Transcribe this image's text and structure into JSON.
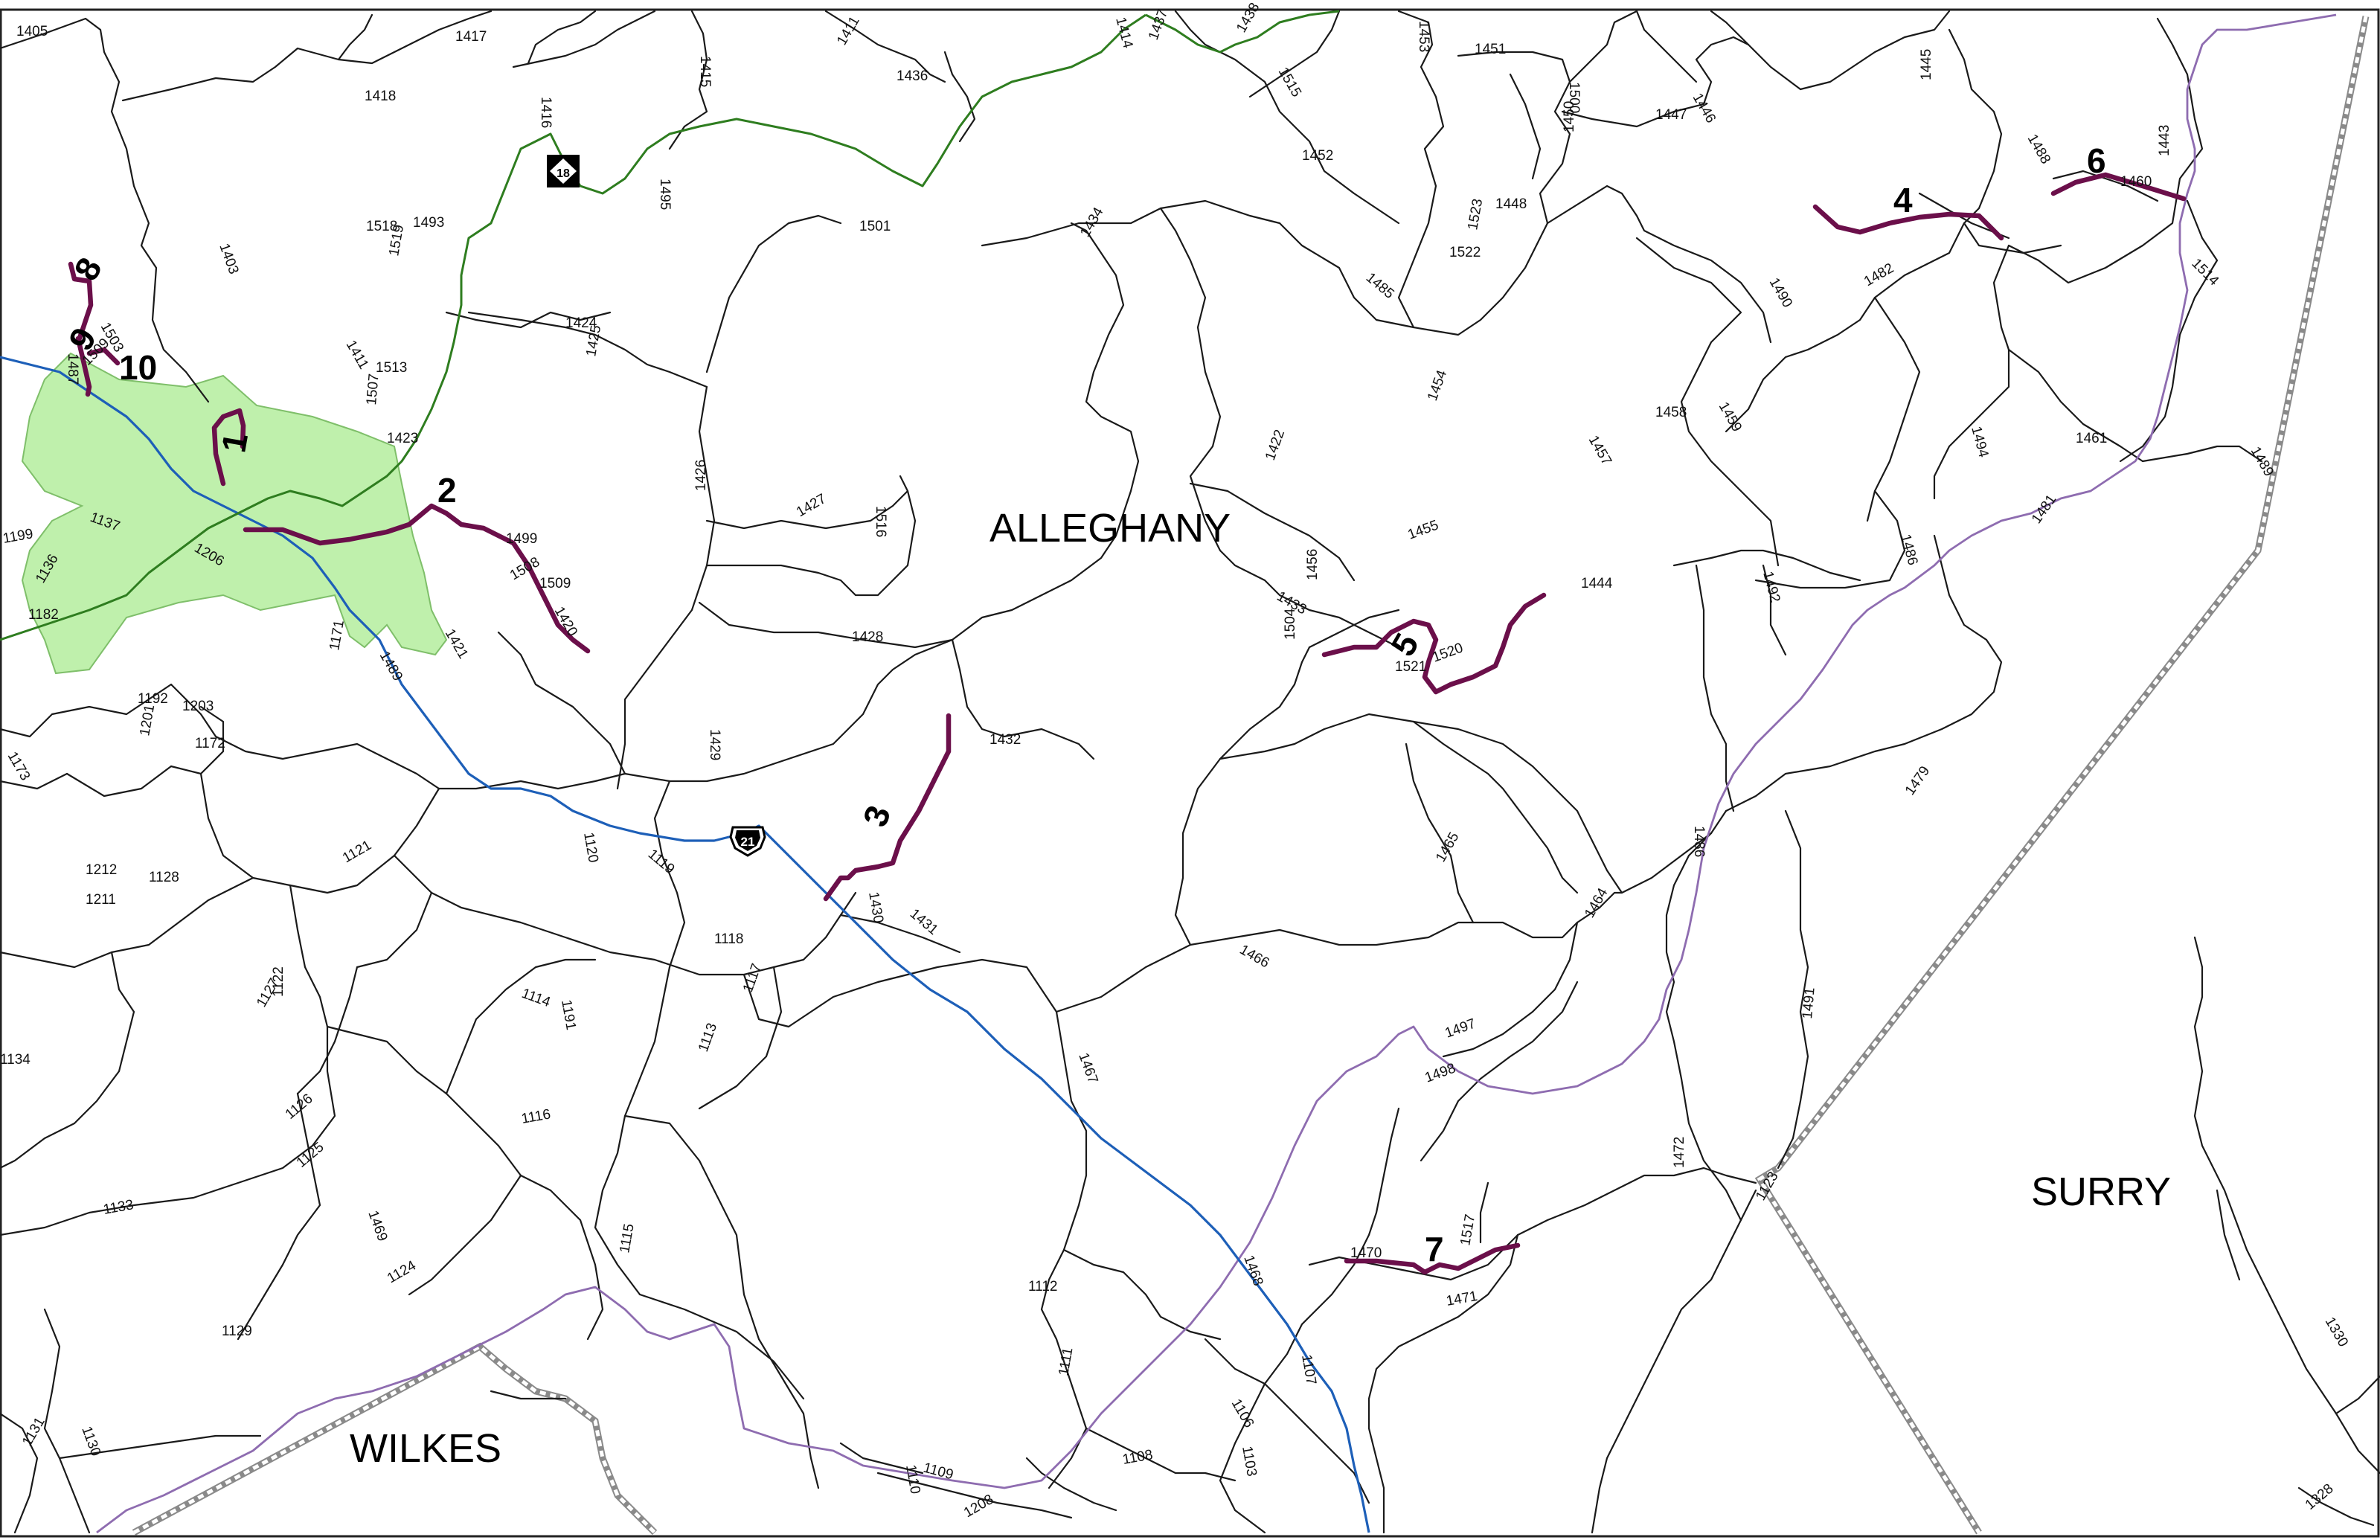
{
  "counties": {
    "alleghany": "ALLEGHANY",
    "surry": "SURRY",
    "wilkes": "WILKES"
  },
  "shields": {
    "nc18": "18",
    "us21": "21"
  },
  "segments": [
    "1",
    "2",
    "3",
    "4",
    "5",
    "6",
    "7",
    "8",
    "9",
    "10"
  ],
  "route_labels": [
    "1405",
    "1417",
    "1411",
    "1436",
    "1414",
    "1437",
    "1438",
    "1453",
    "1451",
    "1445",
    "1418",
    "1416",
    "1415",
    "1500",
    "1447",
    "1446",
    "1515",
    "1450",
    "1452",
    "1495",
    "1403",
    "1518",
    "1519",
    "1493",
    "1501",
    "1434",
    "1448",
    "1522",
    "1523",
    "1488",
    "1443",
    "1460",
    "1490",
    "1482",
    "1485",
    "1514",
    "1503",
    "1487",
    "1509",
    "1424",
    "1425",
    "1411",
    "1513",
    "1507",
    "1423",
    "1454",
    "1459",
    "1458",
    "1457",
    "1422",
    "1494",
    "1461",
    "1489",
    "1426",
    "1427",
    "1516",
    "1499",
    "1508",
    "1509",
    "1420",
    "1456",
    "1455",
    "1444",
    "1433",
    "1504",
    "1521",
    "1520",
    "1481",
    "1486",
    "1492",
    "1137",
    "1199",
    "1206",
    "1136",
    "1182",
    "1171",
    "1421",
    "1489",
    "1428",
    "1432",
    "1192",
    "1201",
    "1203",
    "1172",
    "1173",
    "1429",
    "1479",
    "1465",
    "1464",
    "1486",
    "1121",
    "1120",
    "1119",
    "1430",
    "1431",
    "1466",
    "1212",
    "1128",
    "1211",
    "1118",
    "1117",
    "1114",
    "1191",
    "1127",
    "1122",
    "1134",
    "1113",
    "1467",
    "1497",
    "1498",
    "1491",
    "1126",
    "1116",
    "1472",
    "1125",
    "1133",
    "1123",
    "1469",
    "1124",
    "1115",
    "1470",
    "1517",
    "1112",
    "1468",
    "1471",
    "1129",
    "1111",
    "1107",
    "1131",
    "1130",
    "1109",
    "1110",
    "1108",
    "1106",
    "1103",
    "1208",
    "1330",
    "1328"
  ],
  "colors": {
    "town_fill": "#bff0ac",
    "us_highway": "#1d5fb8",
    "nc_highway": "#2e7d1f",
    "parkway": "#8e6cb0",
    "highlight": "#6b0f4a",
    "road": "#1a1a1a",
    "county_line": "#8a8a8a"
  }
}
